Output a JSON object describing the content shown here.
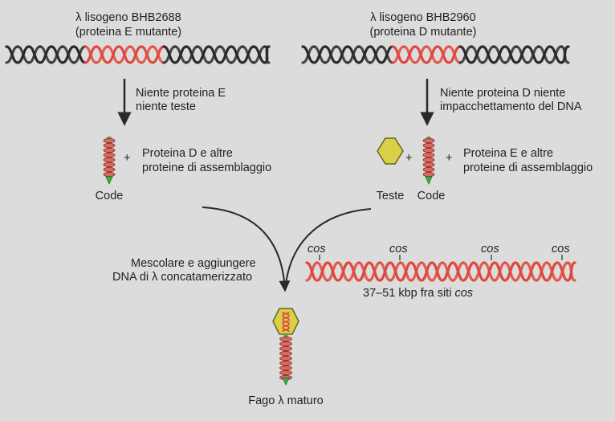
{
  "lysogen_left": {
    "title": "λ lisogeno BHB2688",
    "subtitle": "(proteina E mutante)",
    "arrow_label_1": "Niente proteina E",
    "arrow_label_2": "niente teste",
    "product_label_1": "Proteina D e altre",
    "product_label_2": "proteine di assemblaggio",
    "plus": "+",
    "tail_label": "Code"
  },
  "lysogen_right": {
    "title": "λ lisogeno BHB2960",
    "subtitle": "(proteina D mutante)",
    "arrow_label_1": "Niente proteina D niente",
    "arrow_label_2": "impacchettamento del DNA",
    "product_label_1": "Proteina E e altre",
    "product_label_2": "proteine di assemblaggio",
    "plus": "+",
    "head_label": "Teste",
    "tail_label": "Code"
  },
  "mix": {
    "label_1": "Mescolare e aggiungere",
    "label_2": "DNA di λ concatamerizzato"
  },
  "concatemer": {
    "site_name": "cos",
    "site_1": "cos",
    "site_2": "cos",
    "site_3": "cos",
    "site_4": "cos",
    "spacing_prefix": "37–51 kbp fra siti ",
    "spacing_site": "cos"
  },
  "result": {
    "label": "Fago λ maturo"
  },
  "colors": {
    "background": "#dcdcdc",
    "dna_dark": "#2a2a2a",
    "dna_red": "#e0483c",
    "head_fill": "#d9d04a",
    "tail_coil": "#d96a5f",
    "tail_tip": "#3fae4a"
  }
}
